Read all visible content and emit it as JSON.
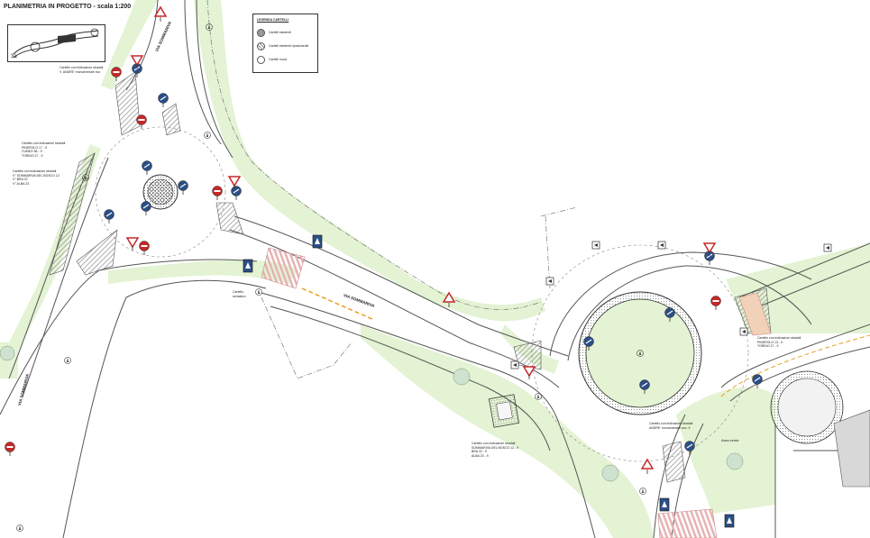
{
  "title": "PLANIMETRIA IN PROGETTO - scala 1:200",
  "keymap": {
    "label": "3a"
  },
  "legend": {
    "title": "LEGENDA CARTELLI",
    "items": [
      {
        "label": "Cartelli esistenti",
        "color": "#9a9a9a",
        "pattern": "solid"
      },
      {
        "label": "Cartelli esistenti riposizionati",
        "color": "#bdbdbd",
        "pattern": "hatched"
      },
      {
        "label": "Cartelli nuovi",
        "color": "#ffffff",
        "pattern": "empty"
      }
    ]
  },
  "notes": [
    {
      "id": "note-top",
      "lines": [
        "Cartello con indicazioni stradali",
        "V. ANDRE' monumentale ecc"
      ]
    },
    {
      "id": "note-left1",
      "lines": [
        "Cartello con indicazioni stradali",
        "PINEROLO 17 - 9",
        "CUNEO 56 - 9",
        "TORINO 27 - 9"
      ]
    },
    {
      "id": "note-left2",
      "lines": [
        "Cartello con indicazioni stradali",
        "V° SOMMARIVA DEL BOSCO 12",
        "V° BRA 22",
        "V° ALBA 23"
      ]
    },
    {
      "id": "note-center",
      "lines": [
        "Cartello",
        "semaforo"
      ]
    },
    {
      "id": "note-bottom",
      "lines": [
        "Cartello con indicazioni stradali",
        "SOMMARIVA DEL BOSCO 12 - 9",
        "BRA 22 - 9",
        "ALBA 23 - 9"
      ]
    },
    {
      "id": "note-right",
      "lines": [
        "Cartello con indicazioni stradali",
        "PINEROLO 13 - 9",
        "TORINO 27 - 9"
      ]
    },
    {
      "id": "note-right2",
      "lines": [
        "Cartello con indicazioni stradali",
        "ANDRE' monumentale ecc. 9"
      ]
    }
  ],
  "road_labels": {
    "via_sommariva_center": "VIA SOMMARIVA",
    "via_sommariva_left": "VIA SOMMARIVA",
    "via_top": "VIA SOMMARIVA"
  },
  "area_label": "Area verde",
  "colors": {
    "grass": "#e3f3d3",
    "road_line": "#555555",
    "blue_sign": "#2c4f86",
    "red_sign": "#c62828",
    "crosswalk": "#f1c9c9",
    "orange_line": "#e8a020",
    "roundabout_hatch": "#8c8c8c"
  },
  "icons": [
    "blue-direction-sign-icon",
    "no-entry-sign-icon",
    "give-way-sign-icon",
    "pedestrian-crossing-sign-icon",
    "compass-north-icon",
    "tree-icon"
  ]
}
